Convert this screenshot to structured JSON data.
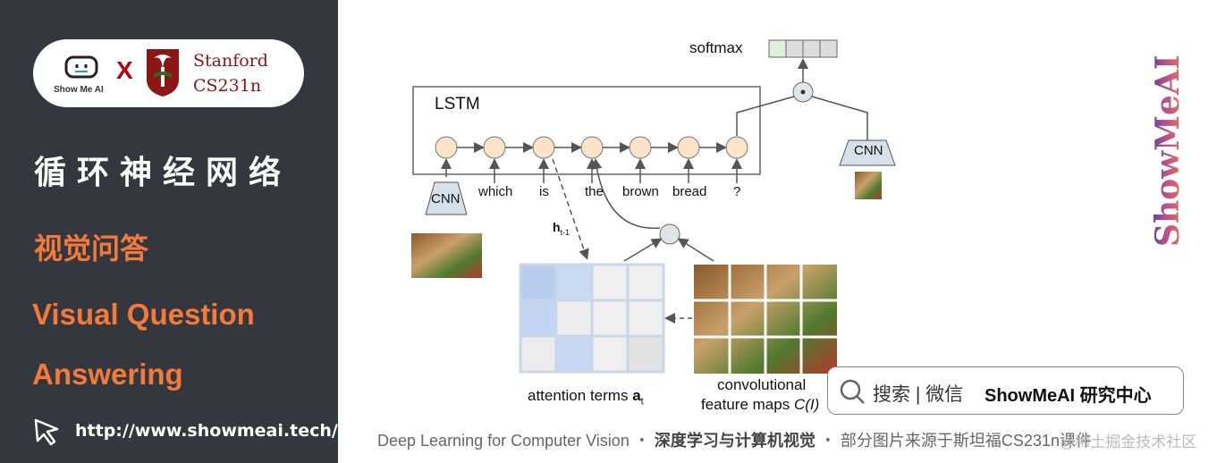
{
  "sidebar": {
    "logo_small": "Show Me AI",
    "logo_x": "X",
    "stanford": "Stanford",
    "course": "CS231n",
    "title_cn": "循环神经网络",
    "subtitle_cn": "视觉问答",
    "subtitle_en_line1": "Visual Question",
    "subtitle_en_line2": "Answering",
    "url": "http://www.showmeai.tech/"
  },
  "figure": {
    "softmax_label": "softmax",
    "lstm_label": "LSTM",
    "cnn_left_label": "CNN",
    "cnn_right_label": "CNN",
    "words": [
      "which",
      "is",
      "the",
      "brown",
      "bread",
      "?"
    ],
    "hidden_label": "h",
    "hidden_sub": "t-1",
    "attention_label": "attention terms",
    "attention_symbol": "a",
    "attention_sub": "t",
    "conv_line1": "convolutional",
    "conv_line2": "feature maps",
    "conv_symbol": "C(I)"
  },
  "search": {
    "prefix": "搜索 | 微信",
    "brand": "ShowMeAI 研究中心"
  },
  "footer": {
    "part1": "Deep Learning for Computer Vision",
    "sep": "・",
    "part2": "深度学习与计算机视觉",
    "part3": "部分图片来源于斯坦福CS231n课件"
  },
  "watermark": "@稀土掘金技术社区",
  "vertical_logo": "ShowMeAI",
  "colors": {
    "sidebar_bg": "#34373d",
    "accent_orange": "#f47a3b",
    "stanford_red": "#8c1515",
    "node_fill": "#fde3c8",
    "attention_blue": "#c6d8f3"
  }
}
